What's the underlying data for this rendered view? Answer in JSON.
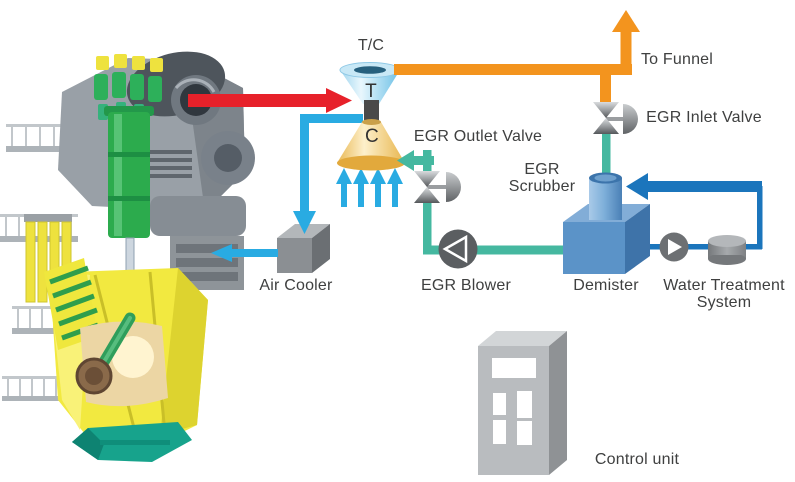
{
  "labels": {
    "tc": "T/C",
    "turbine": "T",
    "compressor": "C",
    "to_funnel": "To Funnel",
    "egr_inlet_valve": "EGR Inlet Valve",
    "egr_outlet_valve": "EGR Outlet Valve",
    "egr_scrubber_line1": "EGR",
    "egr_scrubber_line2": "Scrubber",
    "demister": "Demister",
    "water_treatment_line1": "Water Treatment",
    "water_treatment_line2": "System",
    "egr_blower": "EGR Blower",
    "air_cooler": "Air Cooler",
    "control_unit": "Control unit"
  },
  "colors": {
    "exhaust_gas_red": "#e7212a",
    "funnel_line_orange": "#f3941e",
    "air_line_cyan": "#29abe2",
    "egr_line_teal": "#45b8a0",
    "water_line_blue": "#1b75bc",
    "scrubber_demister_blue": "#5b93c8",
    "equipment_gray": "#8a8e92",
    "label_text": "#3f4040",
    "background": "#ffffff"
  },
  "connections": [
    {
      "from": "Engine",
      "to": "Turbine (T)",
      "line_color": "red"
    },
    {
      "from": "Turbine (T)",
      "to": "To Funnel",
      "line_color": "orange"
    },
    {
      "from": "Funnel line",
      "to": "EGR Inlet Valve",
      "line_color": "orange"
    },
    {
      "from": "EGR Inlet Valve",
      "to": "EGR Scrubber",
      "line_color": "teal"
    },
    {
      "from": "Demister",
      "to": "EGR Blower",
      "line_color": "teal"
    },
    {
      "from": "EGR Blower",
      "to": "EGR Outlet Valve",
      "line_color": "teal"
    },
    {
      "from": "EGR Outlet Valve",
      "to": "Compressor (C)",
      "line_color": "teal"
    },
    {
      "from": "Ambient air",
      "to": "Compressor (C)",
      "line_color": "cyan"
    },
    {
      "from": "T/C shaft region",
      "to": "Air Cooler",
      "line_color": "cyan"
    },
    {
      "from": "Air Cooler",
      "to": "Engine",
      "line_color": "cyan"
    },
    {
      "from": "Demister",
      "to": "Water Treatment System",
      "line_color": "blue"
    },
    {
      "from": "Water Treatment System",
      "to": "EGR Scrubber",
      "line_color": "blue"
    }
  ]
}
